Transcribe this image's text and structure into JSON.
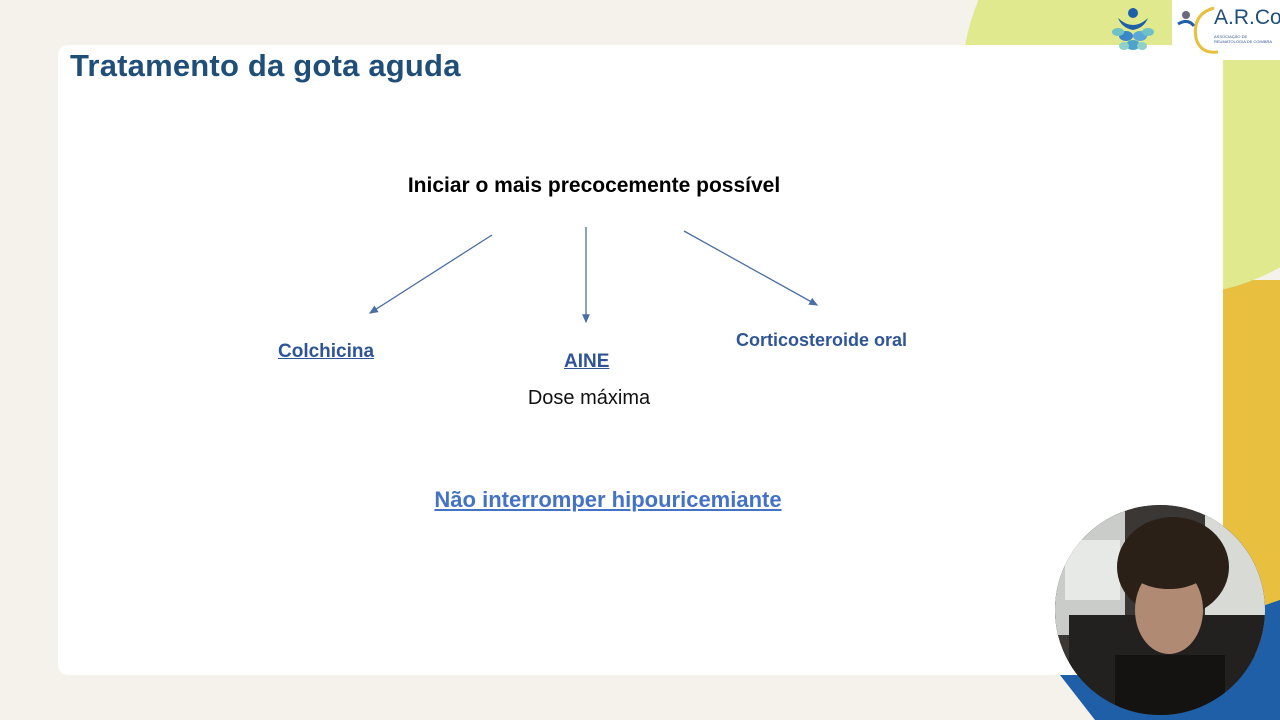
{
  "slide": {
    "title": "Tratamento da gota aguda",
    "headline": "Iniciar o mais precocemente possível",
    "options": [
      {
        "label": "Colchicina"
      },
      {
        "label": "AINE"
      },
      {
        "label": "Corticosteroide oral"
      }
    ],
    "aine_note": "Dose máxima",
    "footer_link": "Não interromper hipouricemiante"
  },
  "logos": {
    "left_icon": "ribbon-figure-logo-icon",
    "arco_text": "A.R.Co.",
    "arco_subtitle": "ASSOCIAÇÃO DE REUMATOLOGIA DE COIMBRA"
  },
  "colors": {
    "title": "#1f4e79",
    "accent_blue": "#2f5597",
    "link_blue": "#4472c4",
    "lime": "#e0e98d",
    "gold": "#e8bf3f",
    "navy": "#1f5fa8"
  }
}
